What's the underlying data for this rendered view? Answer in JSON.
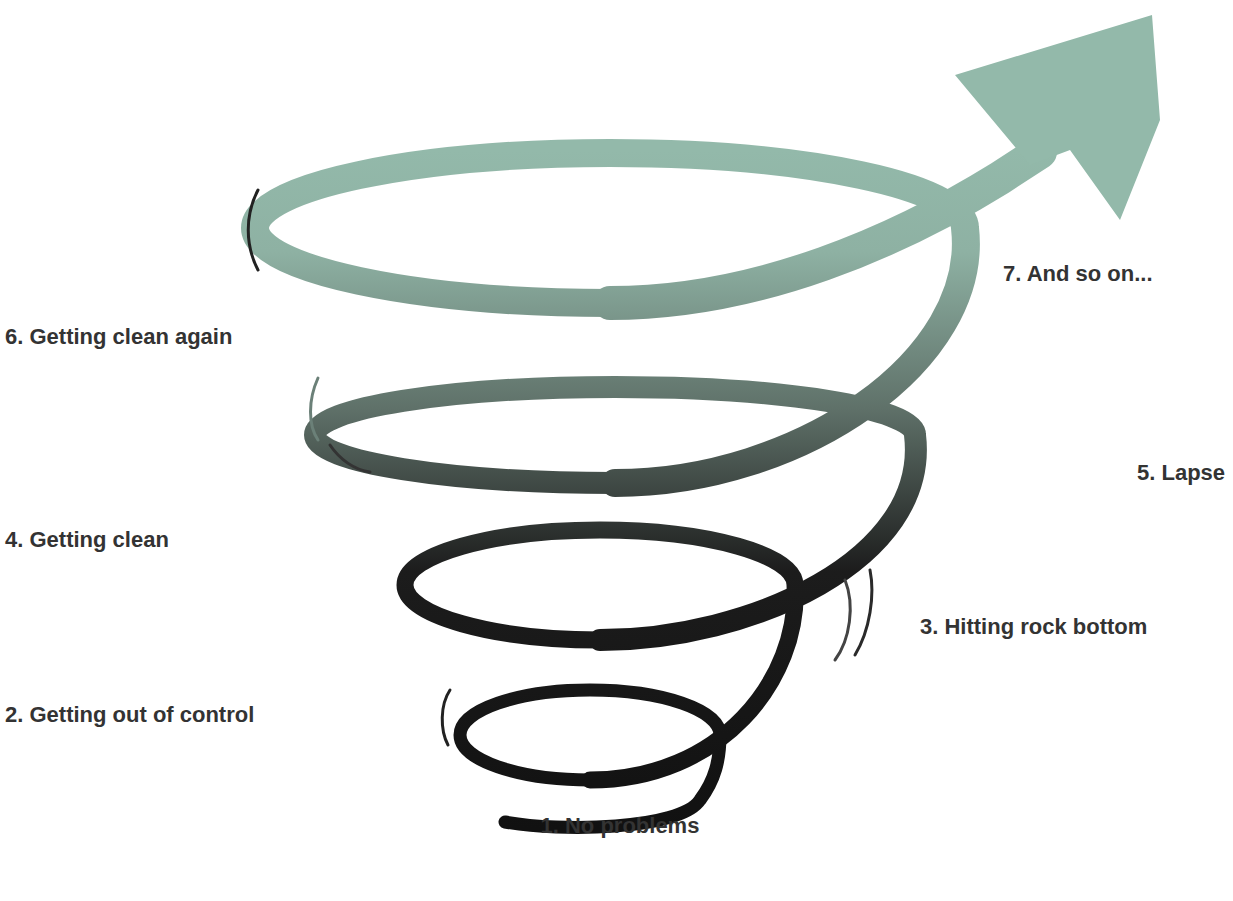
{
  "diagram": {
    "labels": [
      "1. No problems",
      "2. Getting out of control",
      "3. Hitting rock bottom",
      "4. Getting clean",
      "5. Lapse",
      "6. Getting clean again",
      "7. And so on..."
    ]
  }
}
